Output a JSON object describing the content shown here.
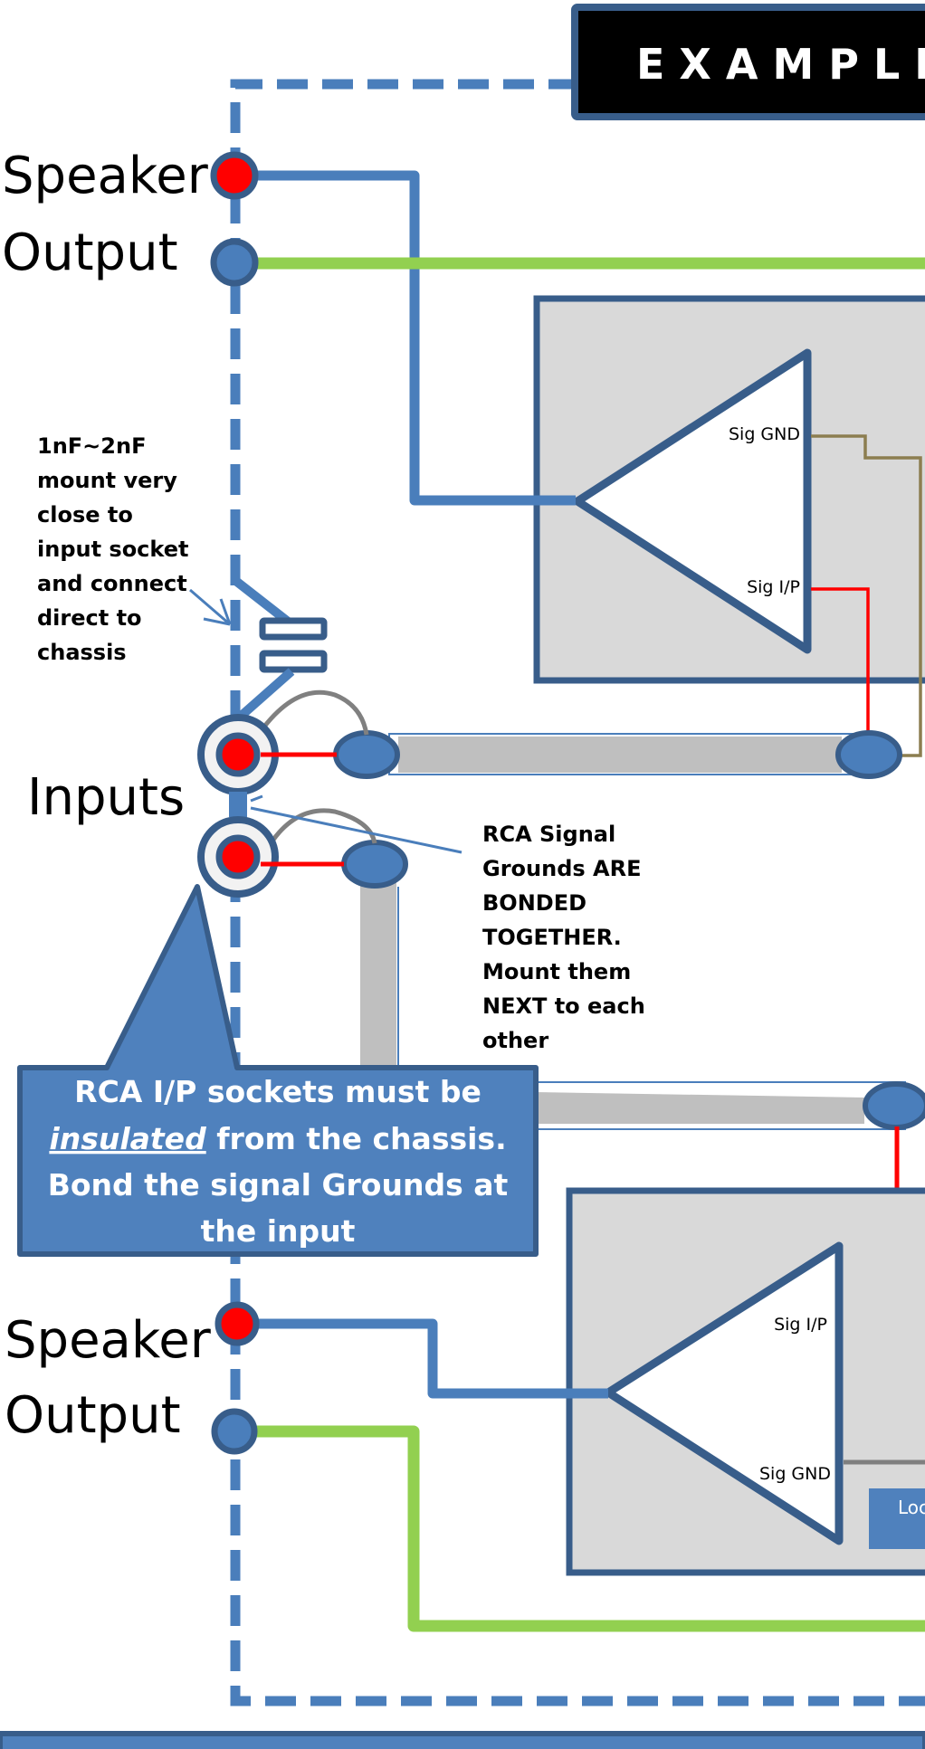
{
  "title": "EXAMPLE",
  "colors": {
    "chassis": "#4a7ebb",
    "border_dark": "#385d8a",
    "signal": "#ff0000",
    "speaker_return": "#92d050",
    "amp_box_fill": "#d9d9d9",
    "cable_shield": "#bfbfbf",
    "ground_wire": "#8c7e50"
  },
  "speaker_output_top": {
    "line1": "Speaker",
    "line2": "Output"
  },
  "speaker_output_bottom": {
    "line1": "Speaker",
    "line2": "Output"
  },
  "inputs_label": "Inputs",
  "capacitor_note": {
    "lines": [
      "1nF~2nF",
      "mount very",
      "close to",
      "input socket",
      "and connect",
      "direct to",
      "chassis"
    ]
  },
  "rca_note": {
    "lines": [
      "RCA Signal",
      "Grounds ARE",
      "BONDED",
      "TOGETHER.",
      "Mount them",
      "NEXT to each",
      "other"
    ]
  },
  "callout": {
    "line1": "RCA I/P sockets must be",
    "line2_emphasis": "insulated",
    "line2_rest": " from the chassis.",
    "line3": "Bond the signal Grounds at",
    "line4": "the input"
  },
  "amp_top": {
    "pin_gnd": "Sig GND",
    "pin_input": "Sig I/P"
  },
  "amp_bottom": {
    "pin_input": "Sig I/P",
    "pin_gnd": "Sig GND",
    "box_label": "Loc"
  }
}
